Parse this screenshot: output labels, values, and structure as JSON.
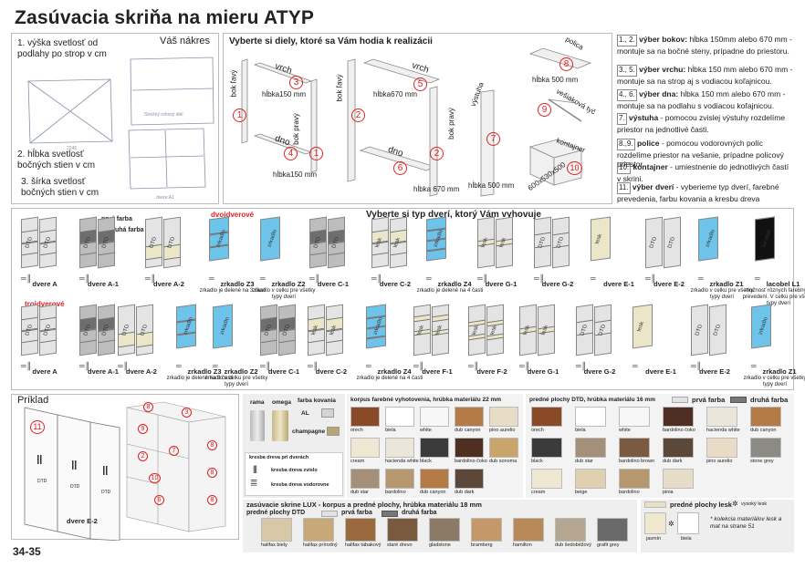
{
  "title": "Zasúvacia skriňa na mieru ATYP",
  "page": "34-35",
  "sketch": {
    "heading": "Váš nákres",
    "items": [
      "1.  výška svetlosť od podlahy po strop v cm",
      "2.  hĺbka svetlosť bočných stien v cm",
      "3.  šírka svetlosť bočných stien v cm"
    ],
    "notes": [
      "2245",
      "Strešný rohový diel",
      "dvere A1"
    ]
  },
  "parts": {
    "heading": "Vyberte si diely, ktoré sa Vám hodia k realizácii",
    "labels": {
      "bok_lavy": "bok ľavý",
      "vrch": "vrch",
      "hlbka150": "hĺbka150 mm",
      "dno": "dno",
      "hlbka150b": "hĺbka150 mm",
      "bok_pravy": "bok pravý",
      "bok_lavy2": "bok ľavý",
      "vrch2": "vrch",
      "hlbka670": "hĺbka670 mm",
      "dno2": "dno",
      "bok_pravy2": "bok pravý",
      "hlbka670b": "hĺbka 670 mm",
      "vystuha": "výstuha",
      "hlbka500": "hĺbka 500 mm",
      "polica": "polica",
      "hlbka500b": "hĺbka 500 mm",
      "vesiakova": "vešiaková tyč",
      "kontajner": "kontajner",
      "kontajner_dim": "600x530x500"
    }
  },
  "notes": [
    {
      "num": "1., 2.",
      "bold": "výber bokov:",
      "text": " hĺbka 150mm alebo 670 mm - montuje sa na bočné steny, prípadne do priestoru."
    },
    {
      "num": "3., 5.",
      "bold": "výber vrchu:",
      "text": " hĺbka 150 mm alebo 670 mm - montuje sa na strop aj s vodiacou koľajnicou."
    },
    {
      "num": "4., 6.",
      "bold": "výber dna:",
      "text": " hĺbka 150 mm alebo 670 mm - montuje sa na podlahu s vodiacou koľajnicou."
    },
    {
      "num": "7.",
      "bold": "výstuha",
      "text": " - pomocou zvislej výstuhy rozdelíme priestor na jednotlivé časti."
    },
    {
      "num": "8.,9.",
      "bold": "police",
      "text": " - pomocou vodorovných políc rozdelíme priestor na vešanie, prípadne policový priestor."
    },
    {
      "num": "10.",
      "bold": "kontajner",
      "text": " - umiestnenie do jednotlivých častí v skrini."
    },
    {
      "num": "11.",
      "bold": "výber dverí",
      "text": " - vyberieme typ dverí, farebné prevedenia, farbu kovania a kresbu dreva"
    }
  ],
  "doors": {
    "heading": "Vyberte si typ dverí, ktorý Vám vyhovuje",
    "dvojdverove": "dvojdverové",
    "trojdverove": "trojdverové",
    "prva_farba": "prvá farba",
    "druha_farba": "druhá farba",
    "row1": [
      {
        "name": "dvere A"
      },
      {
        "name": "dvere A-1"
      },
      {
        "name": "dvere A-2"
      },
      {
        "name": "zrkadlo Z3",
        "sub": "zrkadlo je delené na 3 časti"
      },
      {
        "name": "zrkadlo Z2",
        "sub": "zrkadlo v celku pre všetky typy dverí"
      },
      {
        "name": "dvere C-1"
      },
      {
        "name": "dvere C-2"
      },
      {
        "name": "zrkadlo Z4",
        "sub": "zrkadlo je delené na 4 časti"
      },
      {
        "name": "dvere G-1"
      },
      {
        "name": "dvere G-2"
      },
      {
        "name": "dvere E-1"
      },
      {
        "name": "dvere E-2"
      },
      {
        "name": "zrkadlo Z1",
        "sub": "zrkadlo v celku pre všetky typy dverí"
      },
      {
        "name": "lacobel L1",
        "sub": "možnosť rôznych farebných prevedení. V celku pre všetky typy dverí"
      }
    ],
    "row2": [
      {
        "name": "dvere A"
      },
      {
        "name": "dvere A-1"
      },
      {
        "name": "dvere A-2"
      },
      {
        "name": "zrkadlo Z3",
        "sub": "zrkadlo je delené na 3 časti"
      },
      {
        "name": "zrkadlo Z2",
        "sub": "zrkadlo v celku pre všetky typy dverí"
      },
      {
        "name": "dvere C-1"
      },
      {
        "name": "dvere C-2"
      },
      {
        "name": "zrkadlo Z4",
        "sub": "zrkadlo je delené na 4 časti"
      },
      {
        "name": "dvere F-1"
      },
      {
        "name": "dvere F-2"
      },
      {
        "name": "dvere G-1"
      },
      {
        "name": "dvere G-2"
      },
      {
        "name": "dvere E-1"
      },
      {
        "name": "dvere E-2"
      },
      {
        "name": "zrkadlo Z1",
        "sub": "zrkadlo v celku pre všetky typy dverí"
      }
    ],
    "dtd": "DTD",
    "lesk": "lesk",
    "zrkadlo": "zrkadlo",
    "lacobel": "lacobel"
  },
  "example": {
    "heading": "Príklad",
    "door_label": "dvere E-2",
    "dtd": "DTD"
  },
  "fittings": {
    "rama": "rama",
    "omega": "omega",
    "farba_kovania": "farba kovania",
    "al": "AL",
    "champagne": "champagne",
    "kresba_heading": "kresba dreva pri dverách",
    "kresba_zvislo": "kresba dreva zvislo",
    "kresba_vodorovne": "kresba dreva vodorovne"
  },
  "korpus": {
    "heading": "korpus farebné vyhotovenia, hrúbka materiálu 22 mm",
    "items": [
      "orech",
      "biela",
      "white",
      "dub canyon",
      "pino aurelio",
      "cream",
      "hacienda white",
      "black",
      "bardolino čoko",
      "dub sonoma",
      "dub star",
      "bardolino",
      "dub canyon",
      "dub dark"
    ]
  },
  "predne": {
    "heading": "predné plochy DTD, hrúbka materiálu 16 mm",
    "prva": "prvá farba",
    "druha": "druhá farba",
    "items": [
      "orech",
      "biela",
      "white",
      "bardolino čoko",
      "hacienda white",
      "dub canyon",
      "black",
      "dub star",
      "bardolino brown",
      "dub dark",
      "pino aurelio",
      "stone grey",
      "cream",
      "beige",
      "bardolino",
      "pinia"
    ]
  },
  "lux": {
    "heading": "zasúvacie skrine LUX - korpus a predné plochy, hrúbka materiálu 18 mm",
    "sub": "predné plochy DTD",
    "prva": "prvá farba",
    "druha": "druhá farba",
    "items": [
      "halifax biely",
      "halifax prírodný",
      "halifax tabakový",
      "staré drevo",
      "gladstone",
      "bramberg",
      "hamilton",
      "dub šedobéžový",
      "grafit grey"
    ]
  },
  "lesk": {
    "heading": "predné plochy lesk",
    "vysoky": "vysoký lesk",
    "note": "* kolekcia materiálov lesk a mat na strane 51",
    "items": [
      "jasmín",
      "biela"
    ]
  },
  "colors": {
    "accent": "#d22222",
    "mirror": "#6ec3ea",
    "cream": "#e8e0c0",
    "dark": "#6b6b6b"
  }
}
